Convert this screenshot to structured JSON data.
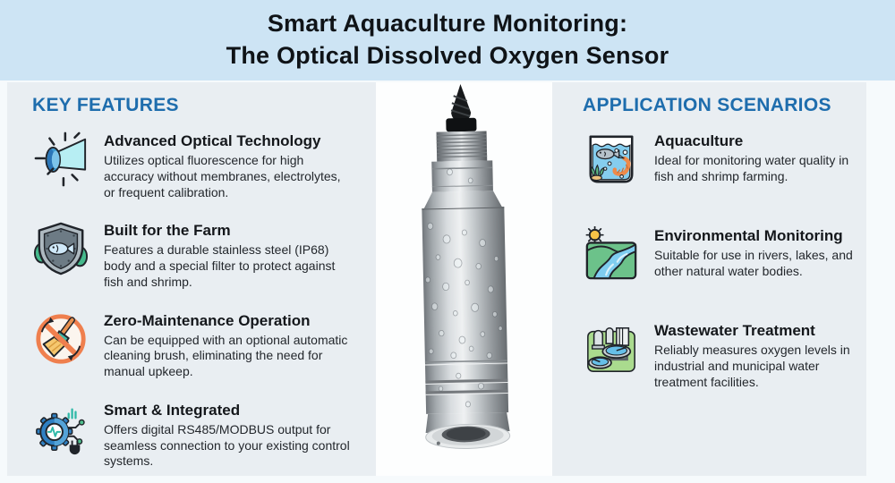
{
  "header": {
    "title_line1": "Smart Aquaculture Monitoring:",
    "title_line2": "The Optical Dissolved Oxygen Sensor"
  },
  "key_features": {
    "heading": "KEY FEATURES",
    "items": [
      {
        "icon": "flashlight-icon",
        "title": "Advanced Optical Technology",
        "description": "Utilizes optical fluorescence for high accuracy without membranes, electrolytes, or frequent calibration."
      },
      {
        "icon": "shield-fish-icon",
        "title": "Built for the Farm",
        "description": "Features a durable stainless steel (IP68) body and a special filter to protect against fish and shrimp."
      },
      {
        "icon": "no-cleaning-brush-icon",
        "title": "Zero-Maintenance Operation",
        "description": "Can be equipped with an optional automatic cleaning brush, eliminating the need for manual upkeep."
      },
      {
        "icon": "smart-gear-icon",
        "title": "Smart & Integrated",
        "description": "Offers digital RS485/MODBUS output for seamless connection to your existing control systems."
      }
    ]
  },
  "application_scenarios": {
    "heading": "APPLICATION SCENARIOS",
    "items": [
      {
        "icon": "fish-tank-icon",
        "title": "Aquaculture",
        "description": "Ideal for monitoring water quality in fish and shrimp farming."
      },
      {
        "icon": "river-landscape-icon",
        "title": "Environmental Monitoring",
        "description": "Suitable for use in rivers, lakes, and other natural water bodies."
      },
      {
        "icon": "treatment-plant-icon",
        "title": "Wastewater Treatment",
        "description": "Reliably measures oxygen levels in industrial and municipal water treatment facilities."
      }
    ]
  },
  "colors": {
    "heading_accent": "#1e6dad",
    "header_band": "#cde4f4",
    "panel_background": "#e9eef2",
    "title_text": "#0f1317"
  }
}
